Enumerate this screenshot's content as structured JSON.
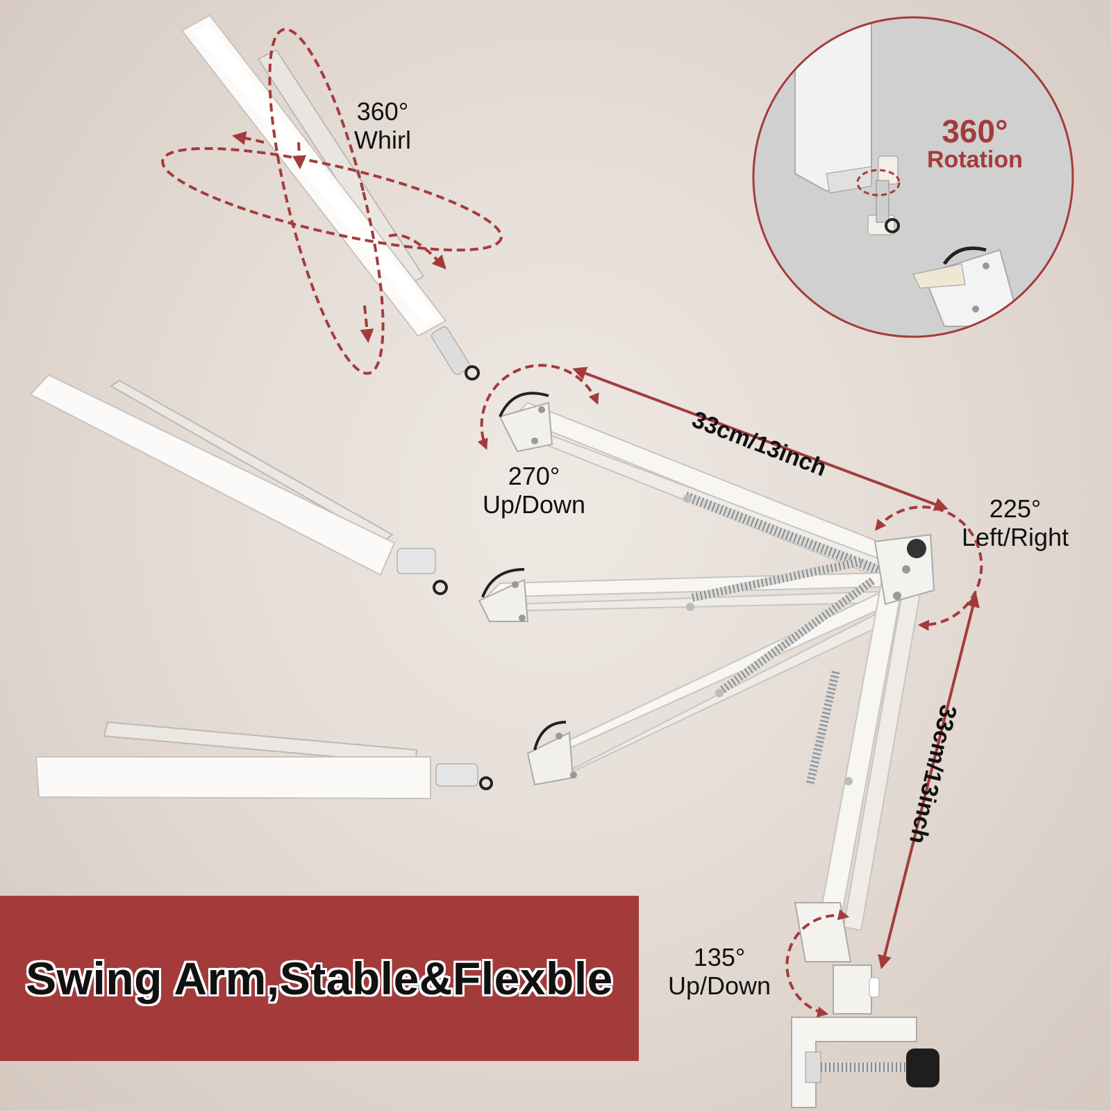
{
  "colors": {
    "accent": "#a43b3b",
    "banner": "#a43b3b",
    "background": "#e6ddd6",
    "lamp_white": "#f7f5f2",
    "inset_background": "#d4d4d4"
  },
  "labels": {
    "whirl": {
      "line1": "360°",
      "line2": "Whirl"
    },
    "head_tilt": {
      "line1": "270°",
      "line2": "Up/Down"
    },
    "elbow": {
      "line1": "225°",
      "line2": "Left/Right"
    },
    "base_tilt": {
      "line1": "135°",
      "line2": "Up/Down"
    }
  },
  "dimensions": {
    "upper_arm": "33cm/13inch",
    "lower_arm": "33cm/13inch"
  },
  "inset": {
    "title_value": "360°",
    "title_label": "Rotation"
  },
  "banner": {
    "text": "Swing Arm,Stable&Flexble"
  }
}
